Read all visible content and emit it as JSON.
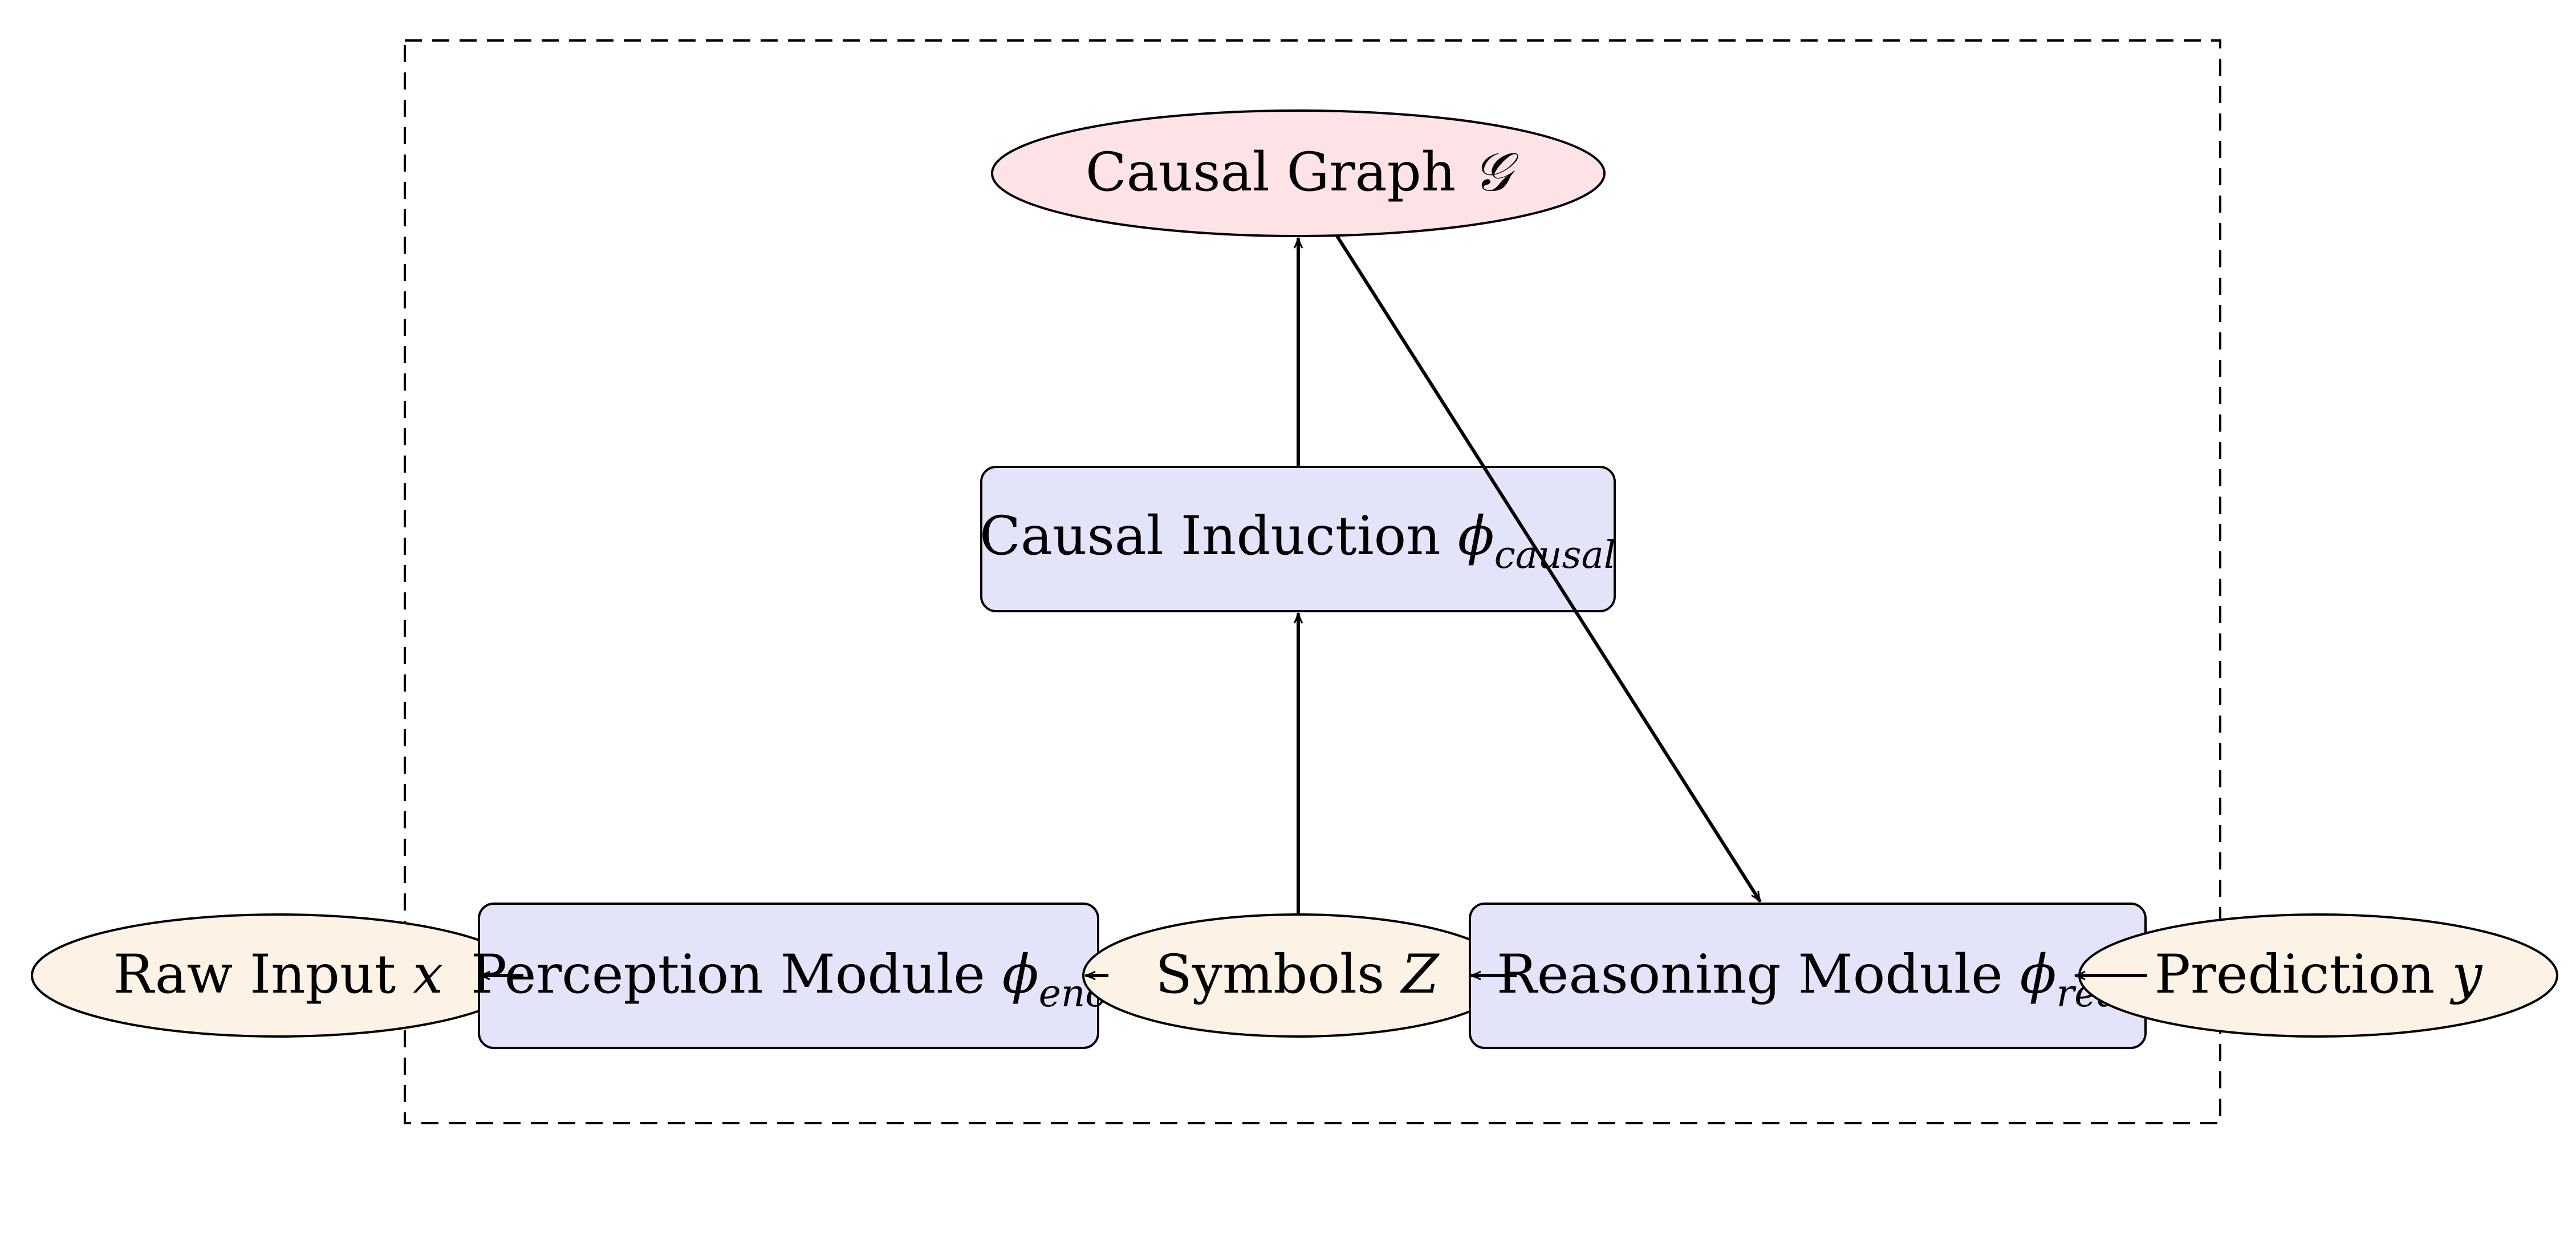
{
  "colors": {
    "box_fill": "#e3e3fa",
    "data_fill": "#fdf2e6",
    "graph_fill": "#fde3e5",
    "stroke": "#000000"
  },
  "nodes": {
    "causal_graph": {
      "text": "Causal Graph ",
      "symbol": "𝒢"
    },
    "causal_induction": {
      "text": "Causal Induction ",
      "symbol": "ϕ",
      "subscript": "causal"
    },
    "raw_input": {
      "text": "Raw Input ",
      "symbol": "x"
    },
    "perception": {
      "text": "Perception Module ",
      "symbol": "ϕ",
      "subscript": "enc"
    },
    "symbols": {
      "text": "Symbols ",
      "symbol": "Z"
    },
    "reasoning": {
      "text": "Reasoning Module ",
      "symbol": "ϕ",
      "subscript": "reason"
    },
    "prediction": {
      "text": "Prediction ",
      "symbol": "y"
    }
  },
  "edges": [
    {
      "from": "causal_induction",
      "to": "causal_graph"
    },
    {
      "from": "symbols",
      "to": "causal_induction"
    },
    {
      "from": "causal_graph",
      "to": "reasoning"
    },
    {
      "from": "perception",
      "to": "raw_input"
    },
    {
      "from": "symbols",
      "to": "perception"
    },
    {
      "from": "reasoning",
      "to": "symbols"
    },
    {
      "from": "prediction",
      "to": "reasoning"
    }
  ]
}
